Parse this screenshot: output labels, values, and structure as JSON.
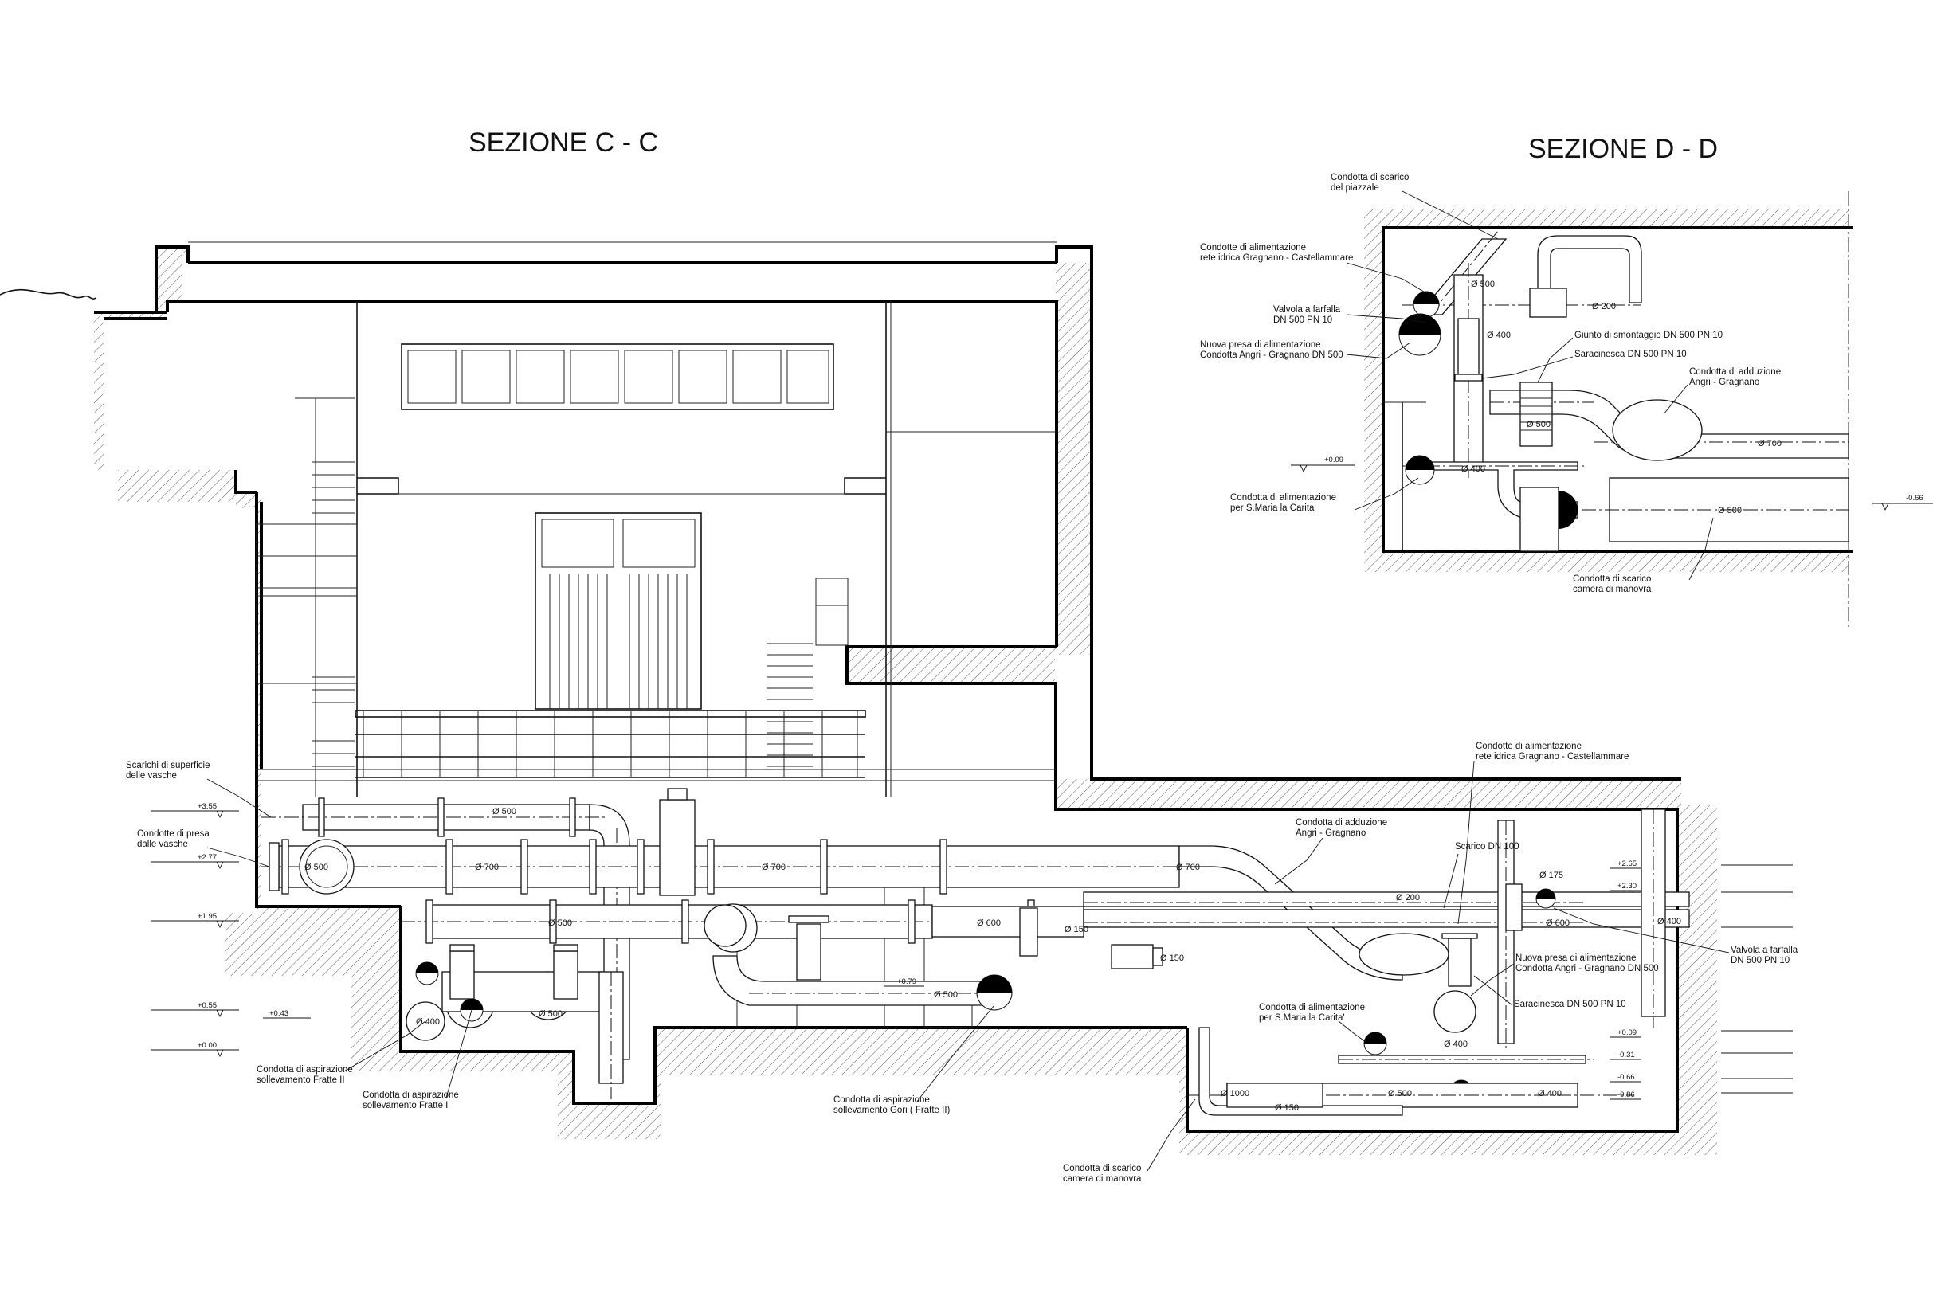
{
  "titles": {
    "section_c": "SEZIONE C - C",
    "section_d": "SEZIONE D - D"
  },
  "section_c": {
    "labels": {
      "scarichi_1": "Scarichi di superficie",
      "scarichi_2": "delle vasche",
      "presa_1": "Condotte di presa",
      "presa_2": "dalle vasche",
      "fratte2_1": "Condotta di aspirazione",
      "fratte2_2": "sollevamento Fratte II",
      "fratte1_1": "Condotta di aspirazione",
      "fratte1_2": "sollevamento Fratte I",
      "gori_1": "Condotta di aspirazione",
      "gori_2": "sollevamento Gori ( Fratte II)",
      "adduzione_1": "Condotta di adduzione",
      "adduzione_2": "Angri - Gragnano",
      "rete_1": "Condotte di alimentazione",
      "rete_2": "rete idrica Gragnano - Castellammare",
      "scarico_dn100": "Scarico DN 100",
      "valvola_1": "Valvola a farfalla",
      "valvola_2": "DN 500 PN 10",
      "nuova_presa_1": "Nuova presa di alimentazione",
      "nuova_presa_2": "Condotta Angri - Gragnano DN 500",
      "saracinesca": "Saracinesca DN 500 PN 10",
      "smaria_1": "Condotta di alimentazione",
      "smaria_2": "per S.Maria la Carita'",
      "camera_1": "Condotta di scarico",
      "camera_2": "camera di manovra"
    },
    "elevations": [
      "+3.55",
      "+2.77",
      "+1.95",
      "+0.55",
      "+0.43",
      "+0.00",
      "+0.79"
    ],
    "elevations_right": [
      "+2.65",
      "+2.30",
      "+0.09",
      "-0.31",
      "-0.66",
      "-0.86"
    ],
    "diameters": {
      "d500_top": "Ø 500",
      "d500_left": "Ø 500",
      "d700_a": "Ø 700",
      "d700_b": "Ø 700",
      "d700_c": "Ø 700",
      "d500_mid": "Ø 500",
      "d600_a": "Ø 600",
      "d150_v": "Ø 150",
      "d500_gori": "Ø 500",
      "d400_l": "Ø 400",
      "d500_l2": "Ø 500",
      "d200": "Ø 200",
      "d175": "Ø 175",
      "d600_r": "Ø 600",
      "d400_v": "Ø 400",
      "d150_m": "Ø 150",
      "d400_r": "Ø 400",
      "d1000": "Ø 1000",
      "d500_b": "Ø 500",
      "d150_b": "Ø 150",
      "d400_b": "Ø 400"
    }
  },
  "section_d": {
    "labels": {
      "piazzale_1": "Condotta di scarico",
      "piazzale_2": "del piazzale",
      "rete_1": "Condotte di alimentazione",
      "rete_2": "rete idrica Gragnano - Castellammare",
      "valvola_1": "Valvola a farfalla",
      "valvola_2": "DN 500 PN 10",
      "nuova_1": "Nuova presa di alimentazione",
      "nuova_2": "Condotta Angri - Gragnano DN 500",
      "giunto": "Giunto di smontaggio DN 500 PN 10",
      "saracinesca": "Saracinesca DN 500 PN 10",
      "adduzione_1": "Condotta di adduzione",
      "adduzione_2": "Angri - Gragnano",
      "smaria_1": "Condotta di alimentazione",
      "smaria_2": "per S.Maria la Carita'",
      "camera_1": "Condotta di scarico",
      "camera_2": "camera di manovra"
    },
    "elevations": [
      "+0.09",
      "-0.66"
    ],
    "diameters": {
      "d500_diag": "Ø 500",
      "d200": "Ø 200",
      "d400_v": "Ø 400",
      "d500": "Ø 500",
      "d700": "Ø 700",
      "d400": "Ø 400",
      "d500_b": "Ø 500"
    }
  }
}
